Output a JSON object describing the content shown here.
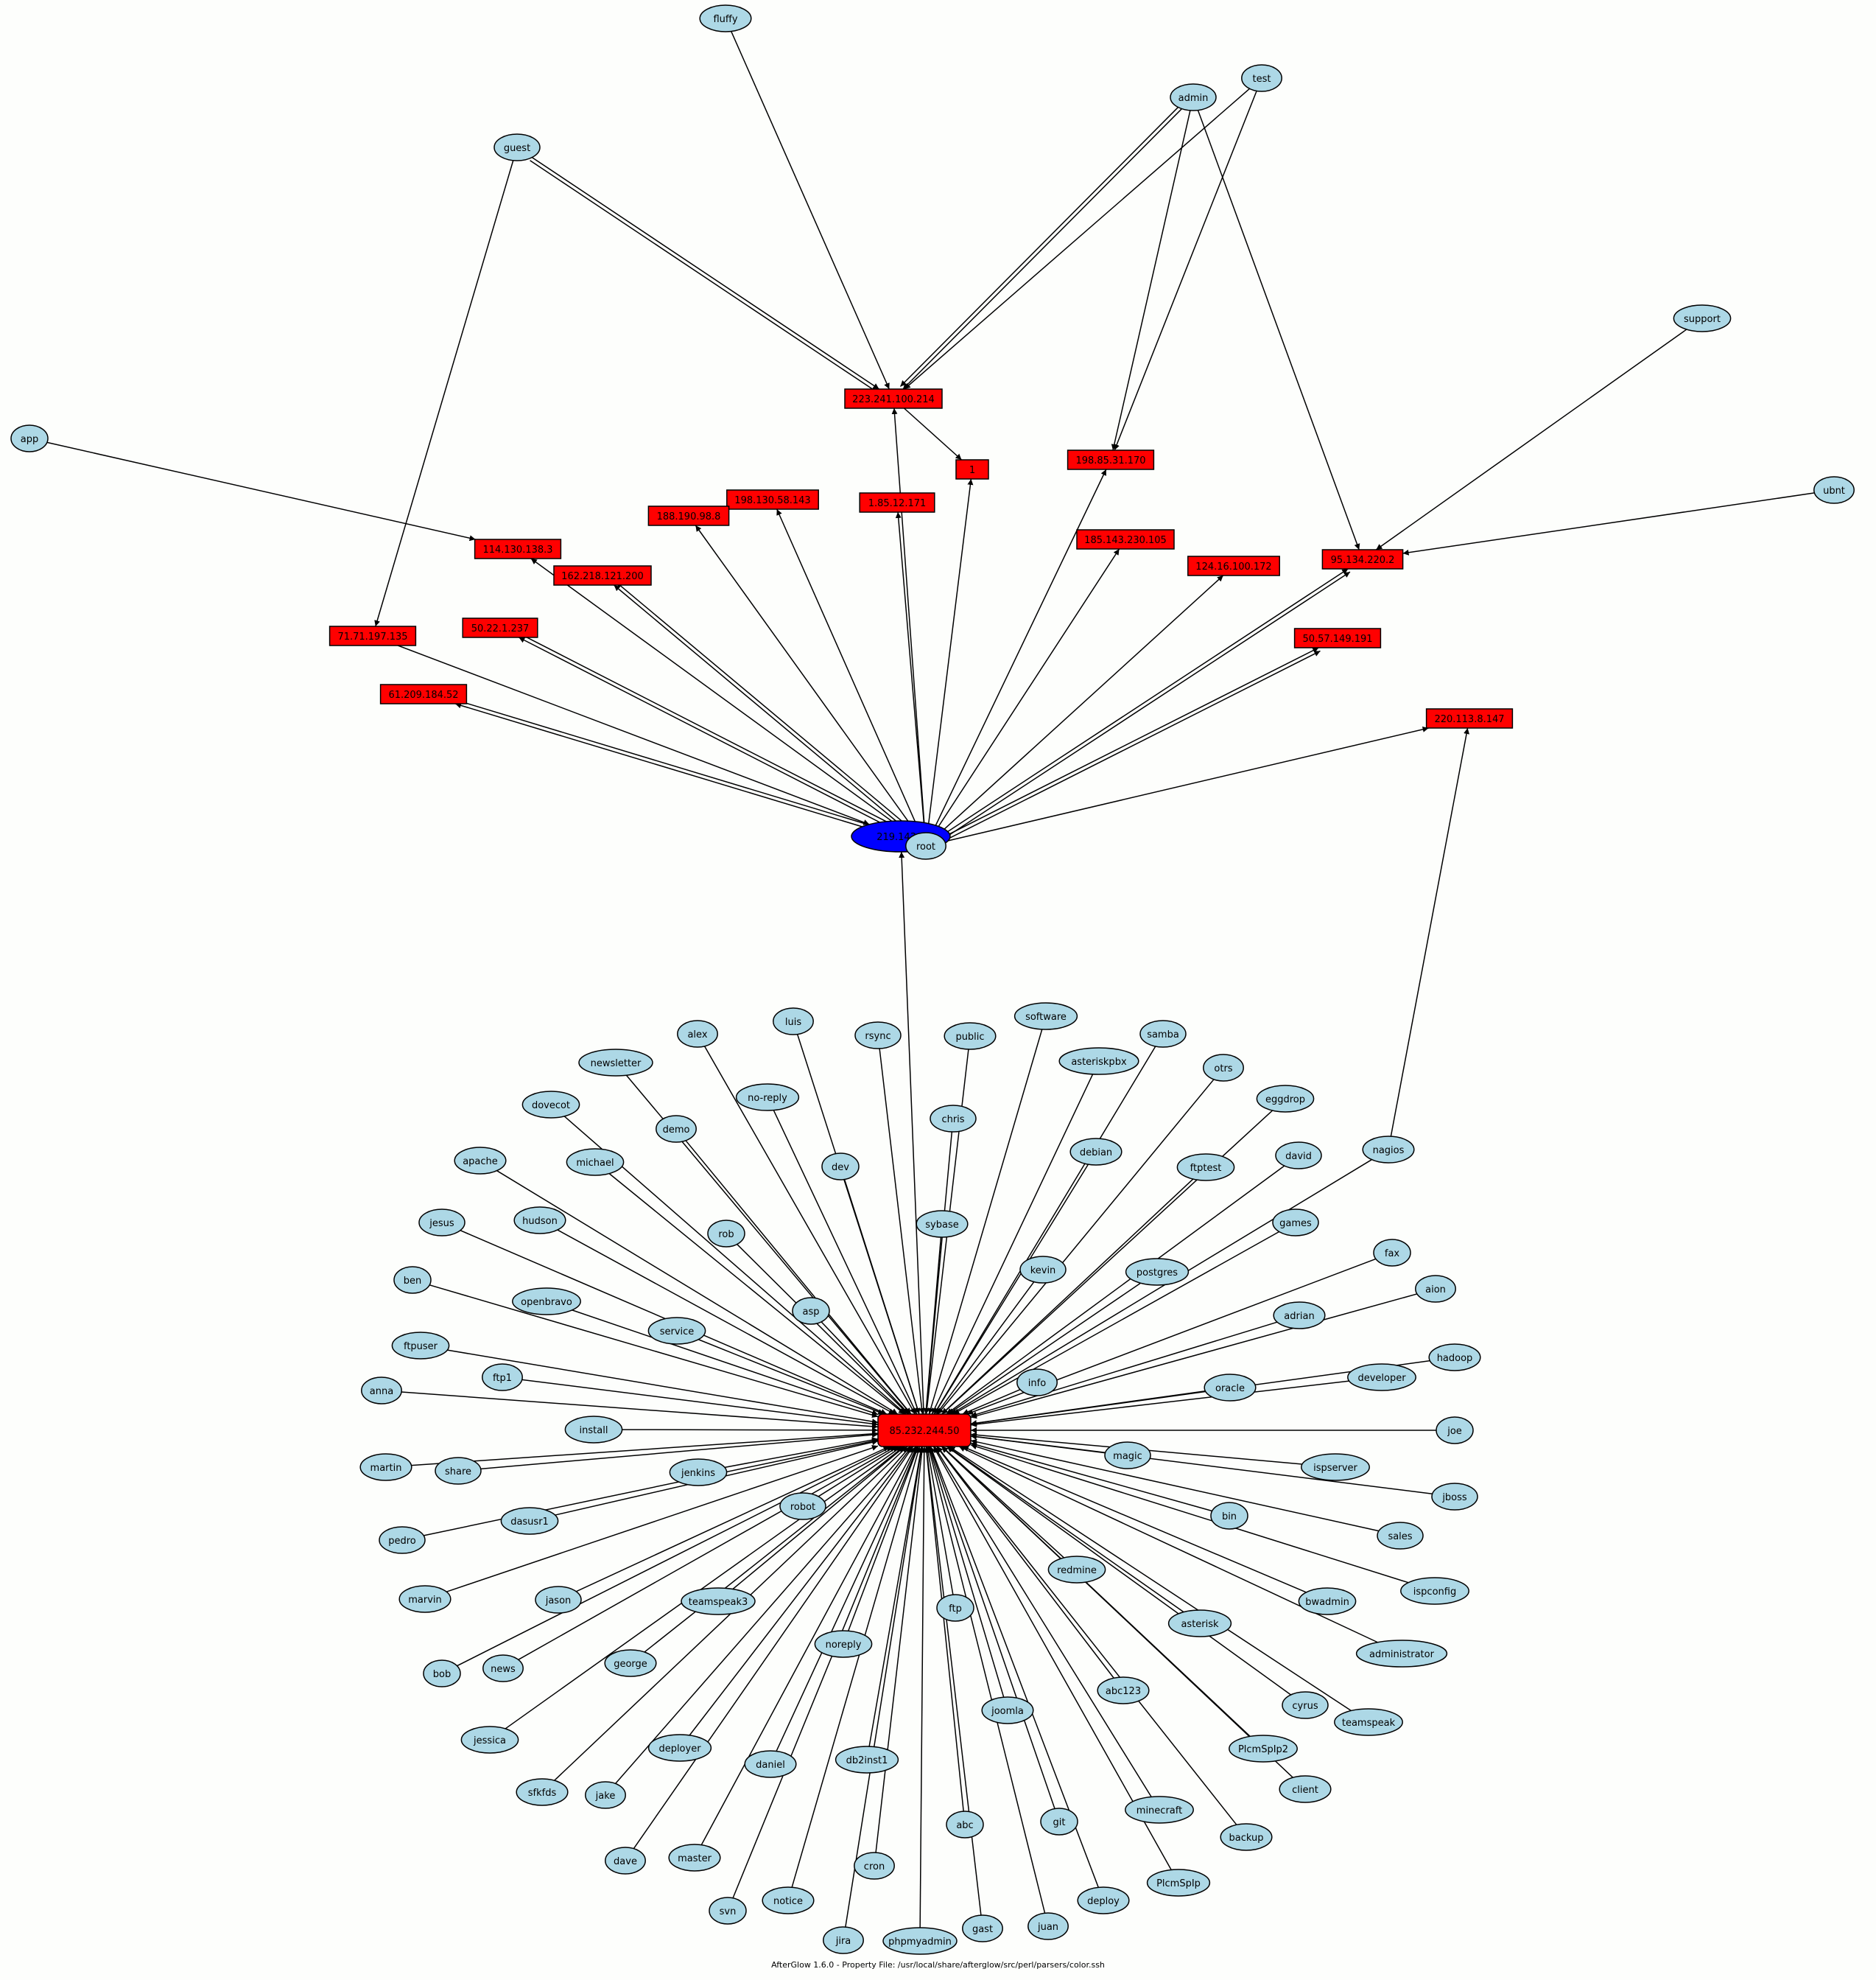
{
  "caption": "AfterGlow 1.6.0 - Property File: /usr/local/share/afterglow/src/perl/parsers/color.ssh",
  "colors": {
    "user_node": "#add8e6",
    "ip_node": "#ff0000",
    "root_ip_node": "#0000ff",
    "edge": "#000000"
  },
  "nodes": [
    {
      "id": "fluffy",
      "label": "fluffy",
      "kind": "user"
    },
    {
      "id": "admin",
      "label": "admin",
      "kind": "user"
    },
    {
      "id": "test",
      "label": "test",
      "kind": "user"
    },
    {
      "id": "guest",
      "label": "guest",
      "kind": "user"
    },
    {
      "id": "support",
      "label": "support",
      "kind": "user"
    },
    {
      "id": "app",
      "label": "app",
      "kind": "user"
    },
    {
      "id": "ubnt",
      "label": "ubnt",
      "kind": "user"
    },
    {
      "id": "ip_223",
      "label": "223.241.100.214",
      "kind": "ip"
    },
    {
      "id": "ip_1",
      "label": "1",
      "kind": "ip"
    },
    {
      "id": "ip_198_85",
      "label": "198.85.31.170",
      "kind": "ip"
    },
    {
      "id": "ip_198_130",
      "label": "198.130.58.143",
      "kind": "ip"
    },
    {
      "id": "ip_188",
      "label": "188.190.98.8",
      "kind": "ip"
    },
    {
      "id": "ip_1_85",
      "label": "1.85.12.171",
      "kind": "ip"
    },
    {
      "id": "ip_114",
      "label": "114.130.138.3",
      "kind": "ip"
    },
    {
      "id": "ip_185",
      "label": "185.143.230.105",
      "kind": "ip"
    },
    {
      "id": "ip_162",
      "label": "162.218.121.200",
      "kind": "ip"
    },
    {
      "id": "ip_124",
      "label": "124.16.100.172",
      "kind": "ip"
    },
    {
      "id": "ip_95_134",
      "label": "95.134.220.2",
      "kind": "ip"
    },
    {
      "id": "ip_71",
      "label": "71.71.197.135",
      "kind": "ip"
    },
    {
      "id": "ip_50_22",
      "label": "50.22.1.237",
      "kind": "ip"
    },
    {
      "id": "ip_50_57",
      "label": "50.57.149.191",
      "kind": "ip"
    },
    {
      "id": "ip_61",
      "label": "61.209.184.52",
      "kind": "ip"
    },
    {
      "id": "ip_220",
      "label": "220.113.8.147",
      "kind": "ip"
    },
    {
      "id": "hub_top",
      "label": "219.143.x",
      "kind": "root_ip"
    },
    {
      "id": "root",
      "label": "root",
      "kind": "user"
    },
    {
      "id": "hub_bottom",
      "label": "85.232.244.50",
      "kind": "ip"
    },
    {
      "id": "alex",
      "label": "alex",
      "kind": "user"
    },
    {
      "id": "luis",
      "label": "luis",
      "kind": "user"
    },
    {
      "id": "rsync",
      "label": "rsync",
      "kind": "user"
    },
    {
      "id": "public",
      "label": "public",
      "kind": "user"
    },
    {
      "id": "software",
      "label": "software",
      "kind": "user"
    },
    {
      "id": "samba",
      "label": "samba",
      "kind": "user"
    },
    {
      "id": "newsletter",
      "label": "newsletter",
      "kind": "user"
    },
    {
      "id": "asteriskpbx",
      "label": "asteriskpbx",
      "kind": "user"
    },
    {
      "id": "otrs",
      "label": "otrs",
      "kind": "user"
    },
    {
      "id": "no-reply",
      "label": "no-reply",
      "kind": "user"
    },
    {
      "id": "dovecot",
      "label": "dovecot",
      "kind": "user"
    },
    {
      "id": "chris",
      "label": "chris",
      "kind": "user"
    },
    {
      "id": "eggdrop",
      "label": "eggdrop",
      "kind": "user"
    },
    {
      "id": "demo",
      "label": "demo",
      "kind": "user"
    },
    {
      "id": "apache",
      "label": "apache",
      "kind": "user"
    },
    {
      "id": "michael",
      "label": "michael",
      "kind": "user"
    },
    {
      "id": "dev",
      "label": "dev",
      "kind": "user"
    },
    {
      "id": "debian",
      "label": "debian",
      "kind": "user"
    },
    {
      "id": "ftptest",
      "label": "ftptest",
      "kind": "user"
    },
    {
      "id": "david",
      "label": "david",
      "kind": "user"
    },
    {
      "id": "nagios",
      "label": "nagios",
      "kind": "user"
    },
    {
      "id": "jesus",
      "label": "jesus",
      "kind": "user"
    },
    {
      "id": "hudson",
      "label": "hudson",
      "kind": "user"
    },
    {
      "id": "sybase",
      "label": "sybase",
      "kind": "user"
    },
    {
      "id": "games",
      "label": "games",
      "kind": "user"
    },
    {
      "id": "rob",
      "label": "rob",
      "kind": "user"
    },
    {
      "id": "kevin",
      "label": "kevin",
      "kind": "user"
    },
    {
      "id": "postgres",
      "label": "postgres",
      "kind": "user"
    },
    {
      "id": "fax",
      "label": "fax",
      "kind": "user"
    },
    {
      "id": "ben",
      "label": "ben",
      "kind": "user"
    },
    {
      "id": "openbravo",
      "label": "openbravo",
      "kind": "user"
    },
    {
      "id": "asp",
      "label": "asp",
      "kind": "user"
    },
    {
      "id": "aion",
      "label": "aion",
      "kind": "user"
    },
    {
      "id": "adrian",
      "label": "adrian",
      "kind": "user"
    },
    {
      "id": "service",
      "label": "service",
      "kind": "user"
    },
    {
      "id": "ftpuser",
      "label": "ftpuser",
      "kind": "user"
    },
    {
      "id": "hadoop",
      "label": "hadoop",
      "kind": "user"
    },
    {
      "id": "info",
      "label": "info",
      "kind": "user"
    },
    {
      "id": "ftp1",
      "label": "ftp1",
      "kind": "user"
    },
    {
      "id": "developer",
      "label": "developer",
      "kind": "user"
    },
    {
      "id": "anna",
      "label": "anna",
      "kind": "user"
    },
    {
      "id": "oracle",
      "label": "oracle",
      "kind": "user"
    },
    {
      "id": "install",
      "label": "install",
      "kind": "user"
    },
    {
      "id": "joe",
      "label": "joe",
      "kind": "user"
    },
    {
      "id": "martin",
      "label": "martin",
      "kind": "user"
    },
    {
      "id": "share",
      "label": "share",
      "kind": "user"
    },
    {
      "id": "magic",
      "label": "magic",
      "kind": "user"
    },
    {
      "id": "ispserver",
      "label": "ispserver",
      "kind": "user"
    },
    {
      "id": "jenkins",
      "label": "jenkins",
      "kind": "user"
    },
    {
      "id": "jboss",
      "label": "jboss",
      "kind": "user"
    },
    {
      "id": "robot",
      "label": "robot",
      "kind": "user"
    },
    {
      "id": "pedro",
      "label": "pedro",
      "kind": "user"
    },
    {
      "id": "dasusr1",
      "label": "dasusr1",
      "kind": "user"
    },
    {
      "id": "bin",
      "label": "bin",
      "kind": "user"
    },
    {
      "id": "sales",
      "label": "sales",
      "kind": "user"
    },
    {
      "id": "ispconfig",
      "label": "ispconfig",
      "kind": "user"
    },
    {
      "id": "redmine",
      "label": "redmine",
      "kind": "user"
    },
    {
      "id": "marvin",
      "label": "marvin",
      "kind": "user"
    },
    {
      "id": "jason",
      "label": "jason",
      "kind": "user"
    },
    {
      "id": "teamspeak3",
      "label": "teamspeak3",
      "kind": "user"
    },
    {
      "id": "ftp",
      "label": "ftp",
      "kind": "user"
    },
    {
      "id": "bwadmin",
      "label": "bwadmin",
      "kind": "user"
    },
    {
      "id": "asterisk",
      "label": "asterisk",
      "kind": "user"
    },
    {
      "id": "noreply",
      "label": "noreply",
      "kind": "user"
    },
    {
      "id": "administrator",
      "label": "administrator",
      "kind": "user"
    },
    {
      "id": "george",
      "label": "george",
      "kind": "user"
    },
    {
      "id": "bob",
      "label": "bob",
      "kind": "user"
    },
    {
      "id": "news",
      "label": "news",
      "kind": "user"
    },
    {
      "id": "abc123",
      "label": "abc123",
      "kind": "user"
    },
    {
      "id": "joomla",
      "label": "joomla",
      "kind": "user"
    },
    {
      "id": "cyrus",
      "label": "cyrus",
      "kind": "user"
    },
    {
      "id": "teamspeak",
      "label": "teamspeak",
      "kind": "user"
    },
    {
      "id": "jessica",
      "label": "jessica",
      "kind": "user"
    },
    {
      "id": "PlcmSpIp2",
      "label": "PlcmSpIp2",
      "kind": "user"
    },
    {
      "id": "deployer",
      "label": "deployer",
      "kind": "user"
    },
    {
      "id": "daniel",
      "label": "daniel",
      "kind": "user"
    },
    {
      "id": "db2inst1",
      "label": "db2inst1",
      "kind": "user"
    },
    {
      "id": "client",
      "label": "client",
      "kind": "user"
    },
    {
      "id": "sfkfds",
      "label": "sfkfds",
      "kind": "user"
    },
    {
      "id": "jake",
      "label": "jake",
      "kind": "user"
    },
    {
      "id": "minecraft",
      "label": "minecraft",
      "kind": "user"
    },
    {
      "id": "abc",
      "label": "abc",
      "kind": "user"
    },
    {
      "id": "git",
      "label": "git",
      "kind": "user"
    },
    {
      "id": "backup",
      "label": "backup",
      "kind": "user"
    },
    {
      "id": "dave",
      "label": "dave",
      "kind": "user"
    },
    {
      "id": "master",
      "label": "master",
      "kind": "user"
    },
    {
      "id": "cron",
      "label": "cron",
      "kind": "user"
    },
    {
      "id": "deploy",
      "label": "deploy",
      "kind": "user"
    },
    {
      "id": "PlcmSpIp",
      "label": "PlcmSpIp",
      "kind": "user"
    },
    {
      "id": "svn",
      "label": "svn",
      "kind": "user"
    },
    {
      "id": "notice",
      "label": "notice",
      "kind": "user"
    },
    {
      "id": "juan",
      "label": "juan",
      "kind": "user"
    },
    {
      "id": "gast",
      "label": "gast",
      "kind": "user"
    },
    {
      "id": "jira",
      "label": "jira",
      "kind": "user"
    },
    {
      "id": "phpmyadmin",
      "label": "phpmyadmin",
      "kind": "user"
    }
  ],
  "edges": [
    [
      "fluffy",
      "ip_223"
    ],
    [
      "guest",
      "ip_223"
    ],
    [
      "guest",
      "ip_223"
    ],
    [
      "admin",
      "ip_223"
    ],
    [
      "admin",
      "ip_223"
    ],
    [
      "test",
      "ip_223"
    ],
    [
      "admin",
      "ip_198_85"
    ],
    [
      "test",
      "ip_198_85"
    ],
    [
      "admin",
      "ip_95_134"
    ],
    [
      "support",
      "ip_95_134"
    ],
    [
      "ubnt",
      "ip_95_134"
    ],
    [
      "app",
      "ip_114"
    ],
    [
      "guest",
      "ip_71"
    ],
    [
      "ip_223",
      "ip_1"
    ],
    [
      "root",
      "ip_223"
    ],
    [
      "root",
      "ip_1"
    ],
    [
      "root",
      "ip_198_85"
    ],
    [
      "root",
      "ip_198_130"
    ],
    [
      "root",
      "ip_188"
    ],
    [
      "root",
      "ip_1_85"
    ],
    [
      "root",
      "ip_114"
    ],
    [
      "root",
      "ip_185"
    ],
    [
      "root",
      "ip_162"
    ],
    [
      "root",
      "ip_162"
    ],
    [
      "root",
      "ip_124"
    ],
    [
      "root",
      "ip_95_134"
    ],
    [
      "root",
      "ip_95_134"
    ],
    [
      "root",
      "ip_50_22"
    ],
    [
      "root",
      "ip_50_22"
    ],
    [
      "root",
      "ip_50_57"
    ],
    [
      "root",
      "ip_50_57"
    ],
    [
      "root",
      "ip_61"
    ],
    [
      "root",
      "ip_61"
    ],
    [
      "root",
      "ip_220"
    ],
    [
      "ip_71",
      "hub_top"
    ],
    [
      "hub_bottom",
      "hub_top"
    ],
    [
      "nagios",
      "ip_220"
    ],
    [
      "alex",
      "hub_bottom"
    ],
    [
      "luis",
      "hub_bottom"
    ],
    [
      "rsync",
      "hub_bottom"
    ],
    [
      "public",
      "hub_bottom"
    ],
    [
      "software",
      "hub_bottom"
    ],
    [
      "samba",
      "hub_bottom"
    ],
    [
      "newsletter",
      "hub_bottom"
    ],
    [
      "asteriskpbx",
      "hub_bottom"
    ],
    [
      "otrs",
      "hub_bottom"
    ],
    [
      "no-reply",
      "hub_bottom"
    ],
    [
      "dovecot",
      "hub_bottom"
    ],
    [
      "chris",
      "hub_bottom"
    ],
    [
      "eggdrop",
      "hub_bottom"
    ],
    [
      "demo",
      "hub_bottom"
    ],
    [
      "apache",
      "hub_bottom"
    ],
    [
      "michael",
      "hub_bottom"
    ],
    [
      "dev",
      "hub_bottom"
    ],
    [
      "debian",
      "hub_bottom"
    ],
    [
      "ftptest",
      "hub_bottom"
    ],
    [
      "david",
      "hub_bottom"
    ],
    [
      "nagios",
      "hub_bottom"
    ],
    [
      "jesus",
      "hub_bottom"
    ],
    [
      "hudson",
      "hub_bottom"
    ],
    [
      "sybase",
      "hub_bottom"
    ],
    [
      "games",
      "hub_bottom"
    ],
    [
      "rob",
      "hub_bottom"
    ],
    [
      "kevin",
      "hub_bottom"
    ],
    [
      "postgres",
      "hub_bottom"
    ],
    [
      "fax",
      "hub_bottom"
    ],
    [
      "ben",
      "hub_bottom"
    ],
    [
      "openbravo",
      "hub_bottom"
    ],
    [
      "asp",
      "hub_bottom"
    ],
    [
      "aion",
      "hub_bottom"
    ],
    [
      "adrian",
      "hub_bottom"
    ],
    [
      "service",
      "hub_bottom"
    ],
    [
      "ftpuser",
      "hub_bottom"
    ],
    [
      "hadoop",
      "hub_bottom"
    ],
    [
      "info",
      "hub_bottom"
    ],
    [
      "ftp1",
      "hub_bottom"
    ],
    [
      "developer",
      "hub_bottom"
    ],
    [
      "anna",
      "hub_bottom"
    ],
    [
      "oracle",
      "hub_bottom"
    ],
    [
      "install",
      "hub_bottom"
    ],
    [
      "joe",
      "hub_bottom"
    ],
    [
      "martin",
      "hub_bottom"
    ],
    [
      "share",
      "hub_bottom"
    ],
    [
      "magic",
      "hub_bottom"
    ],
    [
      "ispserver",
      "hub_bottom"
    ],
    [
      "jenkins",
      "hub_bottom"
    ],
    [
      "jboss",
      "hub_bottom"
    ],
    [
      "robot",
      "hub_bottom"
    ],
    [
      "pedro",
      "hub_bottom"
    ],
    [
      "dasusr1",
      "hub_bottom"
    ],
    [
      "bin",
      "hub_bottom"
    ],
    [
      "sales",
      "hub_bottom"
    ],
    [
      "ispconfig",
      "hub_bottom"
    ],
    [
      "redmine",
      "hub_bottom"
    ],
    [
      "marvin",
      "hub_bottom"
    ],
    [
      "jason",
      "hub_bottom"
    ],
    [
      "teamspeak3",
      "hub_bottom"
    ],
    [
      "ftp",
      "hub_bottom"
    ],
    [
      "bwadmin",
      "hub_bottom"
    ],
    [
      "asterisk",
      "hub_bottom"
    ],
    [
      "noreply",
      "hub_bottom"
    ],
    [
      "administrator",
      "hub_bottom"
    ],
    [
      "george",
      "hub_bottom"
    ],
    [
      "bob",
      "hub_bottom"
    ],
    [
      "news",
      "hub_bottom"
    ],
    [
      "abc123",
      "hub_bottom"
    ],
    [
      "joomla",
      "hub_bottom"
    ],
    [
      "cyrus",
      "hub_bottom"
    ],
    [
      "teamspeak",
      "hub_bottom"
    ],
    [
      "jessica",
      "hub_bottom"
    ],
    [
      "PlcmSpIp2",
      "hub_bottom"
    ],
    [
      "deployer",
      "hub_bottom"
    ],
    [
      "daniel",
      "hub_bottom"
    ],
    [
      "db2inst1",
      "hub_bottom"
    ],
    [
      "client",
      "hub_bottom"
    ],
    [
      "sfkfds",
      "hub_bottom"
    ],
    [
      "jake",
      "hub_bottom"
    ],
    [
      "minecraft",
      "hub_bottom"
    ],
    [
      "abc",
      "hub_bottom"
    ],
    [
      "git",
      "hub_bottom"
    ],
    [
      "backup",
      "hub_bottom"
    ],
    [
      "dave",
      "hub_bottom"
    ],
    [
      "master",
      "hub_bottom"
    ],
    [
      "cron",
      "hub_bottom"
    ],
    [
      "deploy",
      "hub_bottom"
    ],
    [
      "PlcmSpIp",
      "hub_bottom"
    ],
    [
      "svn",
      "hub_bottom"
    ],
    [
      "notice",
      "hub_bottom"
    ],
    [
      "juan",
      "hub_bottom"
    ],
    [
      "gast",
      "hub_bottom"
    ],
    [
      "jira",
      "hub_bottom"
    ],
    [
      "phpmyadmin",
      "hub_bottom"
    ]
  ]
}
